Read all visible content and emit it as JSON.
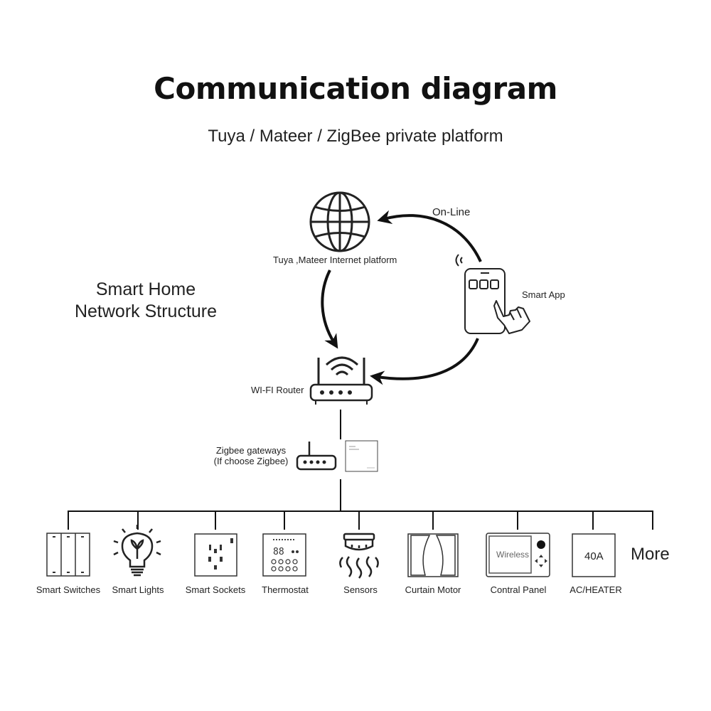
{
  "title": "Communication diagram",
  "subtitle": "Tuya / Mateer / ZigBee private platform",
  "structure_label": [
    "Smart Home",
    "Network Structure"
  ],
  "nodes": {
    "internet": "Tuya ,Mateer  Internet platform",
    "online": "On-Line",
    "app": "Smart App",
    "router": "WI-FI Router",
    "gateway": [
      "Zigbee gateways",
      "(If choose Zigbee)"
    ]
  },
  "devices": [
    {
      "label": "Smart Switches",
      "icon": "switch-panel-icon"
    },
    {
      "label": "Smart Lights",
      "icon": "light-bulb-icon"
    },
    {
      "label": "Smart Sockets",
      "icon": "socket-icon"
    },
    {
      "label": "Thermostat",
      "icon": "thermostat-icon"
    },
    {
      "label": "Sensors",
      "icon": "smoke-sensor-icon"
    },
    {
      "label": "Curtain Motor",
      "icon": "curtain-icon"
    },
    {
      "label": "Contral Panel",
      "icon": "control-panel-icon"
    },
    {
      "label": "AC/HEATER",
      "icon": "ac-heater-icon"
    }
  ],
  "more": "More",
  "panel_text": "Wireless",
  "heater_text": "40A"
}
